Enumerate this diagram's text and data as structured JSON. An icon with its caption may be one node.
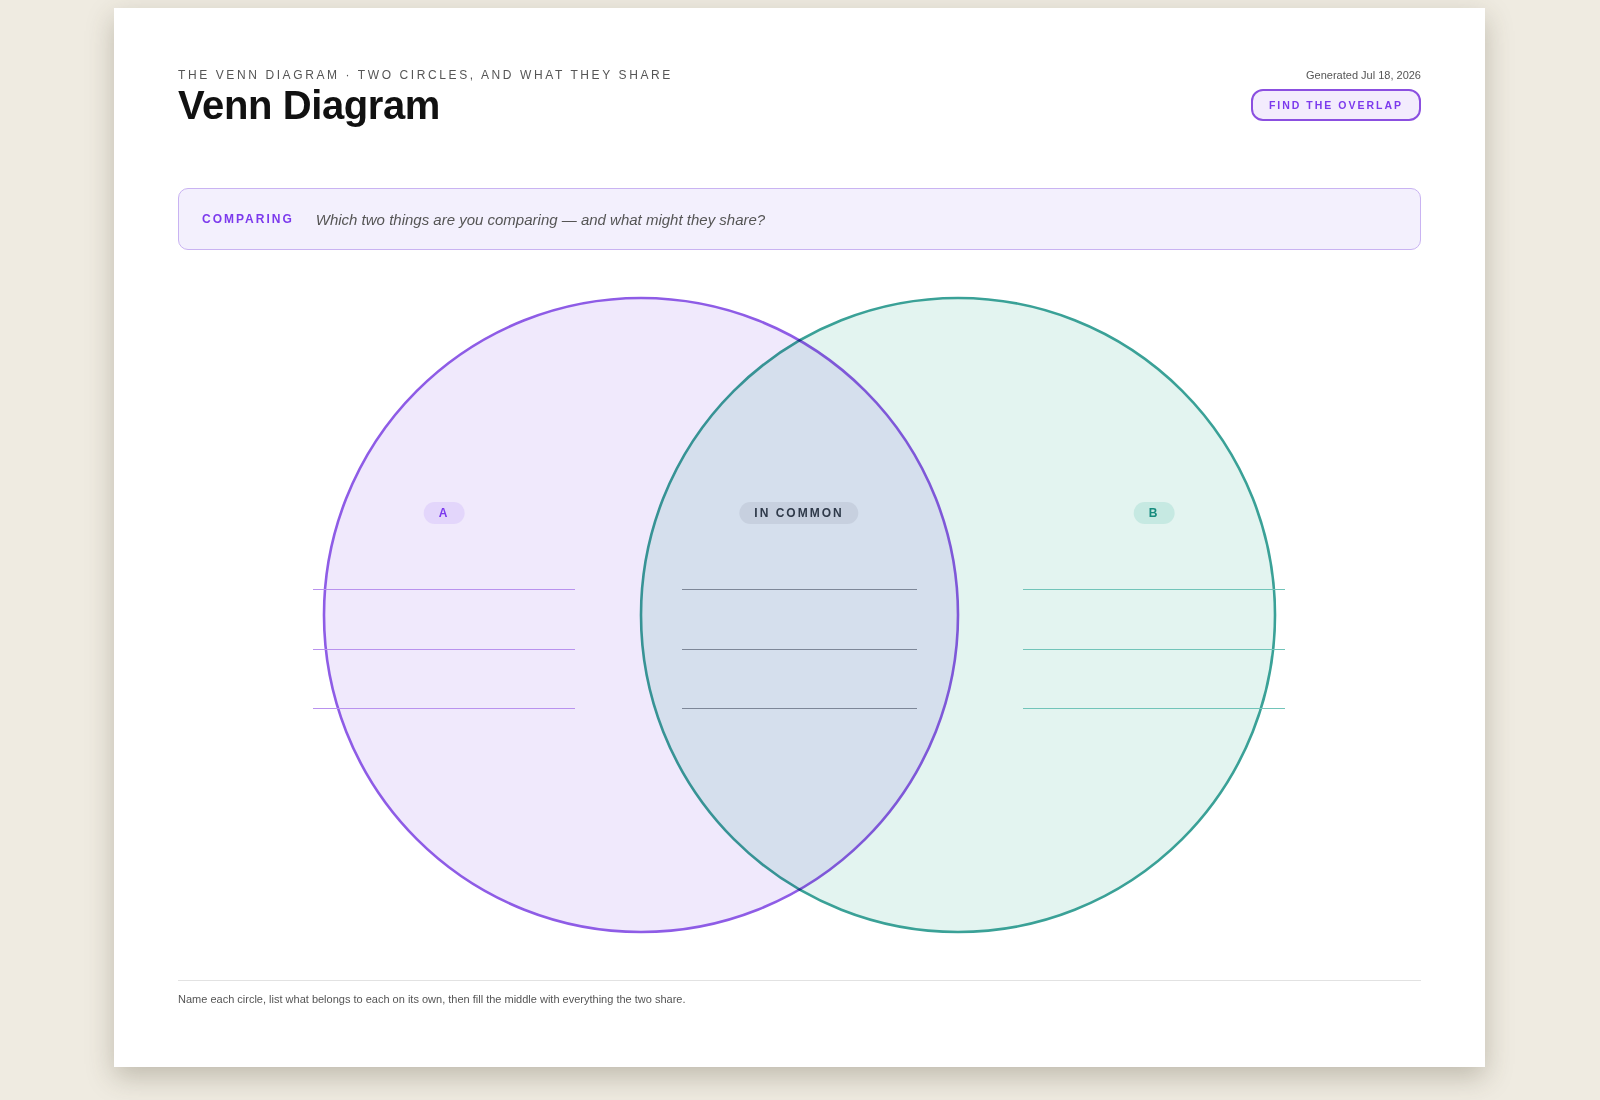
{
  "diagram": {
    "title": "Venn Diagram",
    "caption": "Name each circle, list what belongs to each on its own, then fill the middle with everything the two share.",
    "nodes": [
      {
        "text": [
          "COMPARING",
          "Which two things are you comparing — and what might they share?"
        ]
      },
      {
        "text": [
          "A"
        ]
      },
      {
        "text": [
          "IN COMMON"
        ]
      },
      {
        "text": [
          "B"
        ]
      }
    ],
    "labels": [
      "THE VENN DIAGRAM · TWO CIRCLES, AND WHAT THEY SHARE",
      "Generated Jul 18, 2026",
      "FIND THE OVERLAP"
    ]
  }
}
